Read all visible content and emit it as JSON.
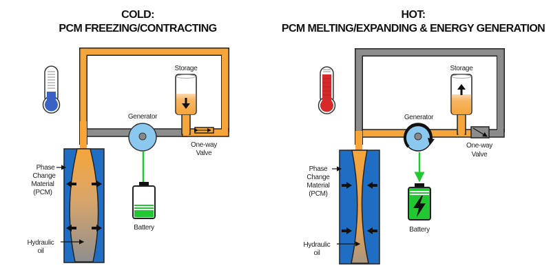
{
  "panels": [
    {
      "title_line1": "COLD:",
      "title_line2": "PCM FREEZING/CONTRACTING",
      "state": "cold",
      "labels": {
        "storage": "Storage",
        "generator": "Generator",
        "valve_line1": "One-way",
        "valve_line2": "Valve",
        "battery": "Battery",
        "pcm_line1": "Phase",
        "pcm_line2": "Change",
        "pcm_line3": "Material",
        "pcm_line4": "(PCM)",
        "oil_line1": "Hydraulic",
        "oil_line2": "oil"
      },
      "colors": {
        "thermometer": "#3a62c4",
        "loop_pipe": "#f5a53a",
        "battery": "#22c832"
      },
      "storage_direction": "down",
      "battery_charge": 0.3
    },
    {
      "title_line1": "HOT:",
      "title_line2": "PCM MELTING/EXPANDING & ENERGY GENERATION",
      "state": "hot",
      "labels": {
        "storage": "Storage",
        "generator": "Generator",
        "valve_line1": "One-way",
        "valve_line2": "Valve",
        "battery": "Battery",
        "pcm_line1": "Phase",
        "pcm_line2": "Change",
        "pcm_line3": "Material",
        "pcm_line4": "(PCM)",
        "oil_line1": "Hydraulic",
        "oil_line2": "oil"
      },
      "colors": {
        "thermometer": "#d62a2a",
        "loop_pipe": "#8c8c8c",
        "battery": "#22c832"
      },
      "storage_direction": "up",
      "battery_charge": 1.0
    }
  ]
}
